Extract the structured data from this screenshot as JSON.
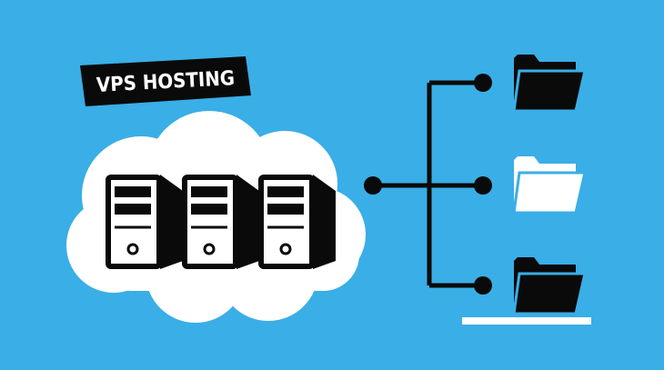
{
  "banner": {
    "label": "VPS HOSTING"
  },
  "colors": {
    "background": "#3aaee6",
    "cloud": "#ffffff",
    "ink": "#0a0a0a",
    "highlight_folder": "#ffffff",
    "banner_bg": "#0a0a0a",
    "banner_text": "#ffffff"
  },
  "servers": [
    {
      "name": "server-1",
      "icon": "server-tower-icon"
    },
    {
      "name": "server-2",
      "icon": "server-tower-icon"
    },
    {
      "name": "server-3",
      "icon": "server-tower-icon"
    }
  ],
  "folders": [
    {
      "name": "folder-top",
      "icon": "folder-icon",
      "fill": "black"
    },
    {
      "name": "folder-middle",
      "icon": "folder-icon",
      "fill": "white"
    },
    {
      "name": "folder-bottom",
      "icon": "folder-icon",
      "fill": "black"
    }
  ]
}
